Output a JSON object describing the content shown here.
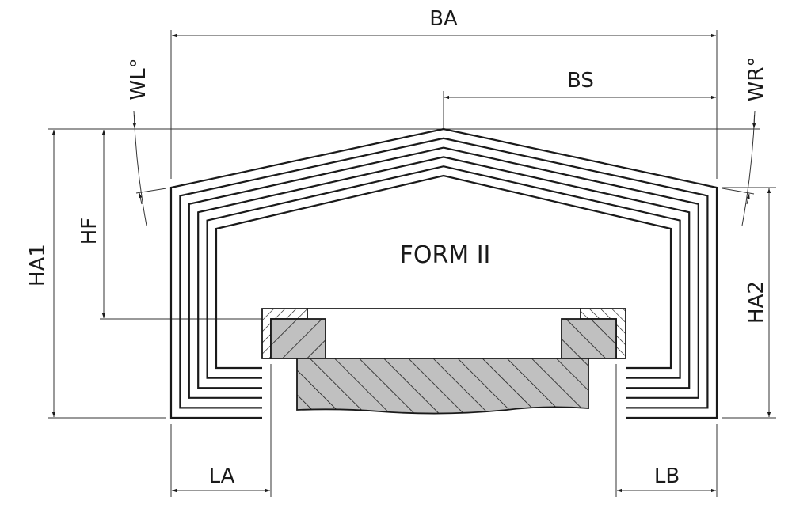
{
  "diagram": {
    "title": "FORM II",
    "dimensions": {
      "BA": "BA",
      "BS": "BS",
      "WL": "WL°",
      "WR": "WR°",
      "HA1": "HA1",
      "HF": "HF",
      "HA2": "HA2",
      "LA": "LA",
      "LB": "LB"
    },
    "shell_count": 6,
    "colors": {
      "line": "#1a1a1a",
      "section_fill": "#c0c0c0"
    }
  }
}
